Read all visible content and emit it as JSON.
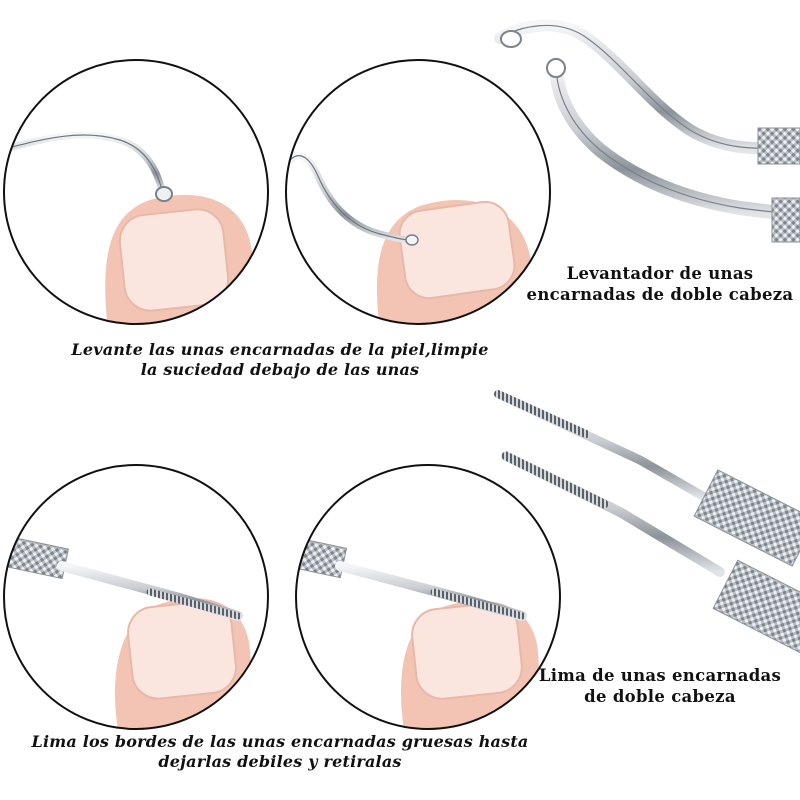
{
  "captions": {
    "lift_usage": {
      "line1": "Levante las unas encarnadas de la piel,limpie",
      "line2": "la suciedad debajo de las unas"
    },
    "lifter_product": {
      "line1": "Levantador de unas",
      "line2": "encarnadas de doble cabeza"
    },
    "file_usage": {
      "line1": "Lima los bordes de las unas encarnadas gruesas hasta",
      "line2": "dejarlas debiles y retiralas"
    },
    "file_product": {
      "line1": "Lima de unas encarnadas",
      "line2": "de doble cabeza"
    }
  },
  "colors": {
    "background": "#ffffff",
    "circle_outline": "#111111",
    "skin": "#f3c4b3",
    "nail": "#fbe6df",
    "steel_light": "#e9ecef",
    "steel_dark": "#6f757c",
    "text": "#111111"
  }
}
